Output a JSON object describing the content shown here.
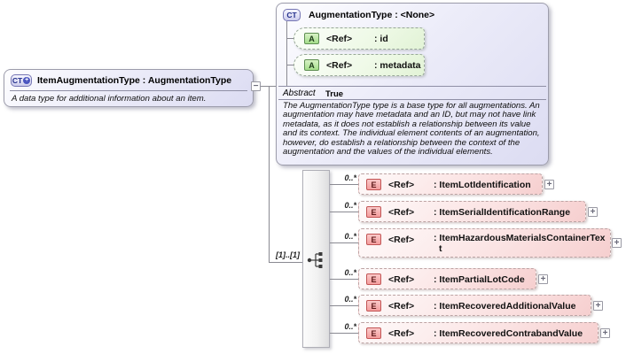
{
  "main_type": {
    "icon_label": "CT",
    "icon_plus": "+",
    "title": "ItemAugmentationType : AugmentationType",
    "description": "A data type for additional information about an item."
  },
  "base_type": {
    "icon_label": "CT",
    "title": "AugmentationType : <None>",
    "attributes": [
      {
        "icon_label": "A",
        "ref_label": "<Ref>",
        "name": ": id"
      },
      {
        "icon_label": "A",
        "ref_label": "<Ref>",
        "name": ": metadata"
      }
    ],
    "abstract_label": "Abstract",
    "abstract_value": "True",
    "description": "The AugmentationType type is a base type for all augmentations. An augmentation may have metadata and an ID, but may not have link metadata, as it does not establish a relationship between its value and its context. The individual element contents of an augmentation, however, do establish a relationship between the context of the augmentation and the values of the individual elements."
  },
  "connector": {
    "cardinality_label": "[1]..[1]"
  },
  "icons": {
    "collapse_glyph": "−",
    "expand_glyph": "+"
  },
  "elements": [
    {
      "cardinality": "0..*",
      "icon_label": "E",
      "ref_label": "<Ref>",
      "name": ": ItemLotIdentification"
    },
    {
      "cardinality": "0..*",
      "icon_label": "E",
      "ref_label": "<Ref>",
      "name": ": ItemSerialIdentificationRange"
    },
    {
      "cardinality": "0..*",
      "icon_label": "E",
      "ref_label": "<Ref>",
      "name": ": ItemHazardousMaterialsContainerText"
    },
    {
      "cardinality": "0..*",
      "icon_label": "E",
      "ref_label": "<Ref>",
      "name": ": ItemPartialLotCode"
    },
    {
      "cardinality": "0..*",
      "icon_label": "E",
      "ref_label": "<Ref>",
      "name": ": ItemRecoveredAdditionalValue"
    },
    {
      "cardinality": "0..*",
      "icon_label": "E",
      "ref_label": "<Ref>",
      "name": ": ItemRecoveredContrabandValue"
    }
  ],
  "colors": {
    "complex_type_fill": "#e9e9f8",
    "attribute_fill": "#eef9e6",
    "element_fill": "#fbe4e4",
    "connector": "#8a8a92"
  }
}
